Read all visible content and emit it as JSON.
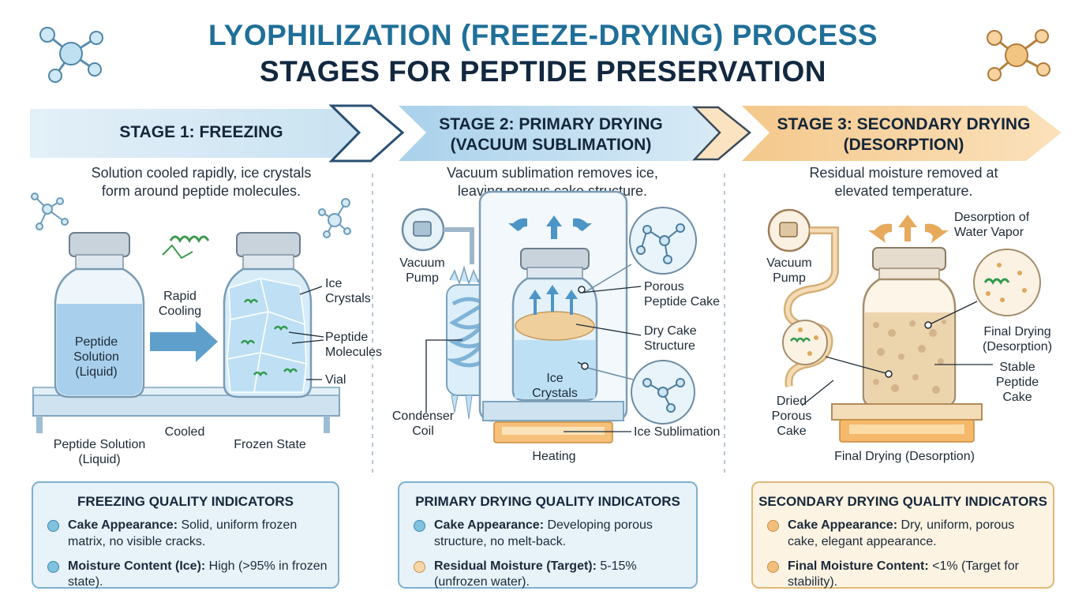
{
  "title": {
    "line1": "LYOPHILIZATION (FREEZE-DRYING) PROCESS",
    "line2": "STAGES FOR PEPTIDE PRESERVATION"
  },
  "colors": {
    "title_blue": "#1f6f98",
    "title_dark": "#12283f",
    "stage1_band": "#d5e9f5",
    "stage2_band": "#bcdcef",
    "stage3_band": "#f6d19b",
    "blue_dot": "#7fc3e0",
    "orange_dot": "#f2be7c"
  },
  "stages": [
    {
      "heading_line1": "STAGE 1: FREEZING",
      "heading_line2": "",
      "description_line1": "Solution cooled rapidly, ice crystals",
      "description_line2": "form around peptide molecules.",
      "labels": {
        "liquid_vial": [
          "Peptide",
          "Solution",
          "(Liquid)"
        ],
        "rapid_cooling": [
          "Rapid",
          "Cooling"
        ],
        "ice_crystals": [
          "Ice",
          "Crystals"
        ],
        "peptide_molecules": [
          "Peptide",
          "Molecules"
        ],
        "vial": "Vial",
        "peptide_solution_bottom": [
          "Peptide Solution",
          "(Liquid)"
        ],
        "cooled": "Cooled",
        "frozen_state": "Frozen State"
      },
      "quality": {
        "title": "FREEZING QUALITY INDICATORS",
        "items": [
          {
            "key": "Cake Appearance:",
            "value": " Solid, uniform frozen matrix, no visible cracks."
          },
          {
            "key": "Moisture Content (Ice):",
            "value": " High (>95% in frozen state)."
          }
        ]
      }
    },
    {
      "heading_line1": "STAGE 2: PRIMARY DRYING",
      "heading_line2": "(VACUUM SUBLIMATION)",
      "description_line1": "Vacuum sublimation removes ice,",
      "description_line2": "leaving porous cake structure.",
      "labels": {
        "vacuum_pump": [
          "Vacuum",
          "Pump"
        ],
        "porous_cake": [
          "Porous",
          "Peptide Cake"
        ],
        "dry_cake": [
          "Dry Cake",
          "Structure"
        ],
        "ice_crystals": [
          "Ice",
          "Crystals"
        ],
        "condenser": [
          "Condenser",
          "Coil"
        ],
        "ice_sublimation": "Ice Sublimation",
        "heating": "Heating"
      },
      "quality": {
        "title": "PRIMARY DRYING QUALITY INDICATORS",
        "items": [
          {
            "key": "Cake Appearance:",
            "value": " Developing porous structure, no melt-back."
          },
          {
            "key": "Residual Moisture (Target):",
            "value": " 5-15% (unfrozen water)."
          }
        ]
      }
    },
    {
      "heading_line1": "STAGE 3: SECONDARY DRYING",
      "heading_line2": "(DESORPTION)",
      "description_line1": "Residual moisture removed at",
      "description_line2": "elevated temperature.",
      "labels": {
        "vacuum_pump": [
          "Vacuum",
          "Pump"
        ],
        "desorption_vapor": [
          "Desorption of",
          "Water Vapor"
        ],
        "final_drying_side": [
          "Final Drying",
          "(Desorption)"
        ],
        "stable_cake": [
          "Stable",
          "Peptide",
          "Cake"
        ],
        "dried_cake": [
          "Dried",
          "Porous",
          "Cake"
        ],
        "final_drying_bottom": "Final Drying (Desorption)"
      },
      "quality": {
        "title": "SECONDARY DRYING QUALITY INDICATORS",
        "items": [
          {
            "key": "Cake Appearance:",
            "value": " Dry, uniform, porous cake, elegant appearance."
          },
          {
            "key": "Final Moisture Content:",
            "value": " <1% (Target for stability)."
          }
        ]
      }
    }
  ]
}
